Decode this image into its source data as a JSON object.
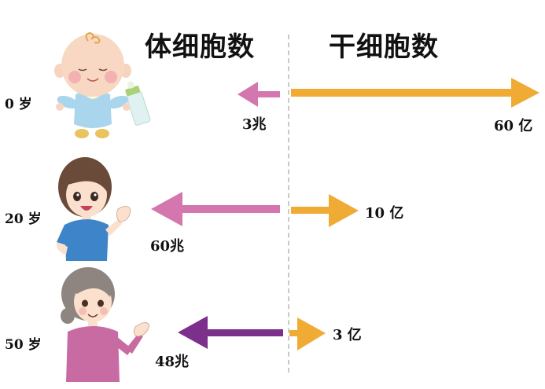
{
  "headers": {
    "somatic_cells": "体细胞数",
    "stem_cells": "干细胞数"
  },
  "rows": [
    {
      "age": "0 岁",
      "figure": "baby",
      "somatic_count": "3兆",
      "stem_count": "60 亿",
      "somatic_arrow_color": "#d377ae",
      "stem_arrow_color": "#f0ab35"
    },
    {
      "age": "20 岁",
      "figure": "young-woman",
      "somatic_count": "60兆",
      "stem_count": "10 亿",
      "somatic_arrow_color": "#d377ae",
      "stem_arrow_color": "#f0ab35"
    },
    {
      "age": "50 岁",
      "figure": "older-woman",
      "somatic_count": "48兆",
      "stem_count": "3 亿",
      "somatic_arrow_color": "#7d2f8c",
      "stem_arrow_color": "#f0ab35"
    }
  ],
  "colors": {
    "divider": "#c9c9c9",
    "pink_arrow": "#d377ae",
    "purple_arrow": "#7d2f8c",
    "orange_arrow": "#f0ab35"
  }
}
